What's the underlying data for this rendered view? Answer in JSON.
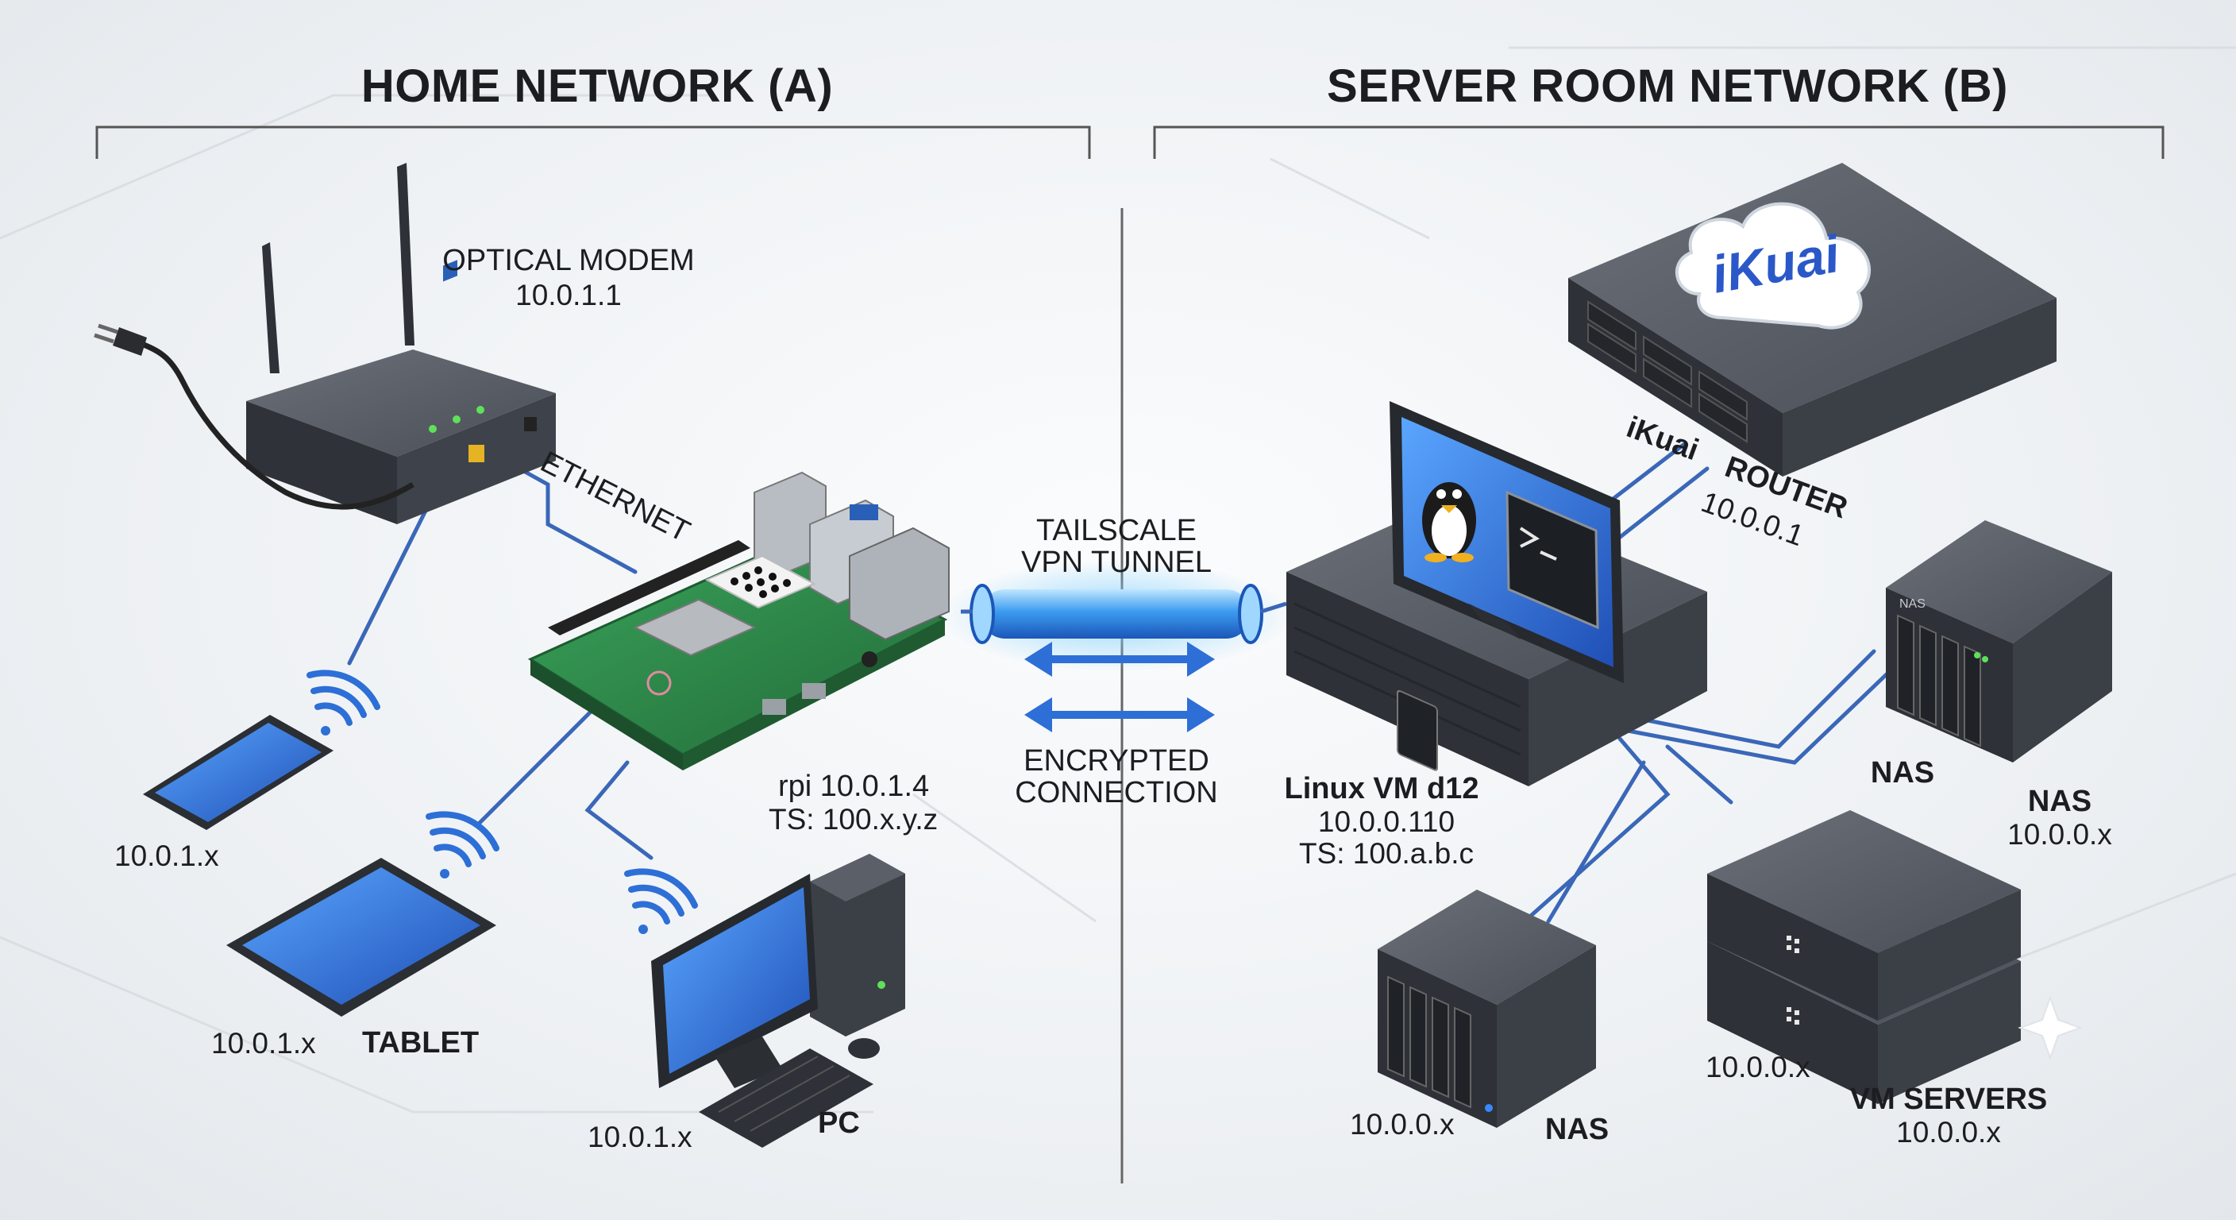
{
  "sections": {
    "home": {
      "title": "HOME NETWORK (A)"
    },
    "server": {
      "title": "SERVER ROOM NETWORK (B)"
    }
  },
  "home": {
    "modem": {
      "name": "OPTICAL MODEM",
      "ip": "10.0.1.1"
    },
    "ethernet_label": "ETHERNET",
    "rpi": {
      "name": "rpi 10.0.1.4",
      "ts": "TS: 100.x.y.z"
    },
    "phone": {
      "ip": "10.0.1.x"
    },
    "tablet": {
      "name": "TABLET",
      "ip": "10.0.1.x"
    },
    "pc": {
      "name": "PC",
      "ip": "10.0.1.x"
    }
  },
  "tunnel": {
    "title_line1": "TAILSCALE",
    "title_line2": "VPN TUNNEL",
    "caption_line1": "ENCRYPTED",
    "caption_line2": "CONNECTION"
  },
  "server": {
    "router": {
      "logo": "iKuai",
      "brand": "iKuai",
      "name": "ROUTER",
      "ip": "10.0.0.1"
    },
    "vm": {
      "name": "Linux VM d12",
      "ip": "10.0.0.110",
      "ts": "TS: 100.a.b.c"
    },
    "nas_top": {
      "name": "NAS",
      "tag": "NAS"
    },
    "nas_right": {
      "name": "NAS",
      "ip": "10.0.0.x"
    },
    "nas_bottom": {
      "name": "NAS",
      "ip": "10.0.0.x"
    },
    "vm_servers": {
      "name": "VM SERVERS",
      "ip": "10.0.0.x",
      "ip_left": "10.0.0.x"
    }
  },
  "colors": {
    "link": "#3a67b8",
    "tunnel": "#3fa6ff",
    "device_dark": "#3b3f46",
    "pcb_green": "#2f8a4a",
    "screen_blue": "#2f6fd8",
    "led_green": "#5fe05a",
    "port_yellow": "#e6b325"
  },
  "icons": [
    "power-plug-icon",
    "wifi-icon",
    "linux-tux-icon",
    "terminal-icon",
    "ikuai-cloud-logo",
    "sparkle-icon"
  ]
}
